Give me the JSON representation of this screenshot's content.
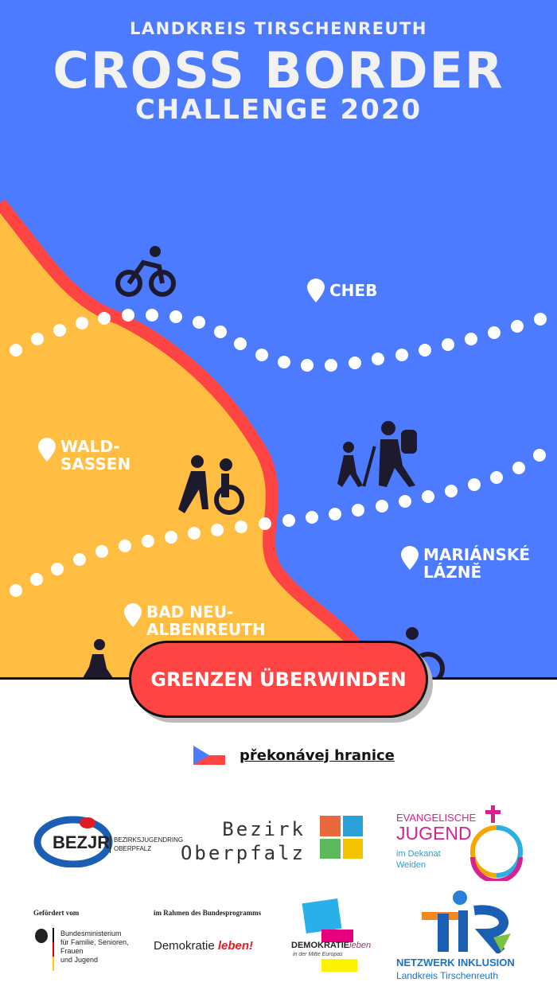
{
  "header": {
    "subtitle": "LANDKREIS TIRSCHENREUTH",
    "title": "CROSS BORDER",
    "tagline": "CHALLENGE 2020"
  },
  "places": [
    {
      "name1": "CHEB",
      "name2": ""
    },
    {
      "name1": "WALD-",
      "name2": "SASSEN"
    },
    {
      "name1": "MARIÁNSKÉ",
      "name2": "LÁZNĚ"
    },
    {
      "name1": "BAD NEU-",
      "name2": "ALBENREUTH"
    }
  ],
  "cta": {
    "label": "GRENZEN ÜBERWINDEN"
  },
  "language": {
    "link": "překonávej hranice",
    "flag": "czech-flag-icon"
  },
  "colors": {
    "blue": "#4d7bff",
    "yellow": "#ffbd42",
    "red": "#ff4444"
  },
  "logos": {
    "bjr": {
      "mark": "BEZJR",
      "line1": "BEZIRKSJUGENDRING",
      "line2": "OBERPFALZ"
    },
    "bezirk": {
      "line1": "Bezirk",
      "line2": "Oberpfalz"
    },
    "ej": {
      "line1": "EVANGELISCHE",
      "line2": "JUGEND",
      "line3": "im Dekanat",
      "line4": "Weiden"
    },
    "bmfsfj": {
      "label": "Gefördert vom",
      "line1": "Bundesministerium",
      "line2": "für Familie, Senioren, Frauen",
      "line3": "und Jugend"
    },
    "dl": {
      "label": "im Rahmen des Bundesprogramms",
      "text": "Demokratie",
      "text2": "leben!"
    },
    "dlm": {
      "text": "DEMOKRATIE",
      "text2": "leben",
      "text3": "in der Mitte Europas"
    },
    "tir": {
      "mark": "TIR",
      "line1": "NETZWERK INKLUSION",
      "line2": "Landkreis Tirschenreuth"
    }
  }
}
